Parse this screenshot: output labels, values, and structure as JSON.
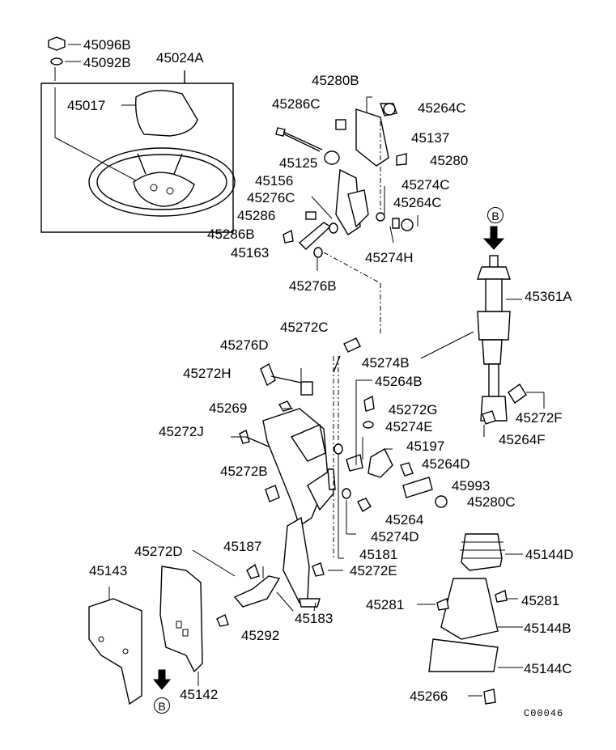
{
  "diagram": {
    "code": "C00046",
    "view_marker": "B",
    "labels": {
      "p45096B": "45096B",
      "p45092B": "45092B",
      "p45024A": "45024A",
      "p45017": "45017",
      "p45280B": "45280B",
      "p45286C": "45286C",
      "p45264C_a": "45264C",
      "p45137": "45137",
      "p45125": "45125",
      "p45280": "45280",
      "p45156": "45156",
      "p45274C": "45274C",
      "p45276C": "45276C",
      "p45264C_b": "45264C",
      "p45286": "45286",
      "p45286B": "45286B",
      "p45274H": "45274H",
      "p45163": "45163",
      "p45276B": "45276B",
      "p45361A": "45361A",
      "p45272C": "45272C",
      "p45276D": "45276D",
      "p45274B": "45274B",
      "p45272H": "45272H",
      "p45264B": "45264B",
      "p45269": "45269",
      "p45272G": "45272G",
      "p45272F": "45272F",
      "p45274E": "45274E",
      "p45272J": "45272J",
      "p45197": "45197",
      "p45264F": "45264F",
      "p45264D": "45264D",
      "p45272B": "45272B",
      "p45993": "45993",
      "p45280C": "45280C",
      "p45264": "45264",
      "p45274D": "45274D",
      "p45272D": "45272D",
      "p45187": "45187",
      "p45181": "45181",
      "p45144D": "45144D",
      "p45143": "45143",
      "p45272E": "45272E",
      "p45281_a": "45281",
      "p45281_b": "45281",
      "p45183": "45183",
      "p45144B": "45144B",
      "p45292": "45292",
      "p45144C": "45144C",
      "p45142": "45142",
      "p45266": "45266"
    }
  }
}
